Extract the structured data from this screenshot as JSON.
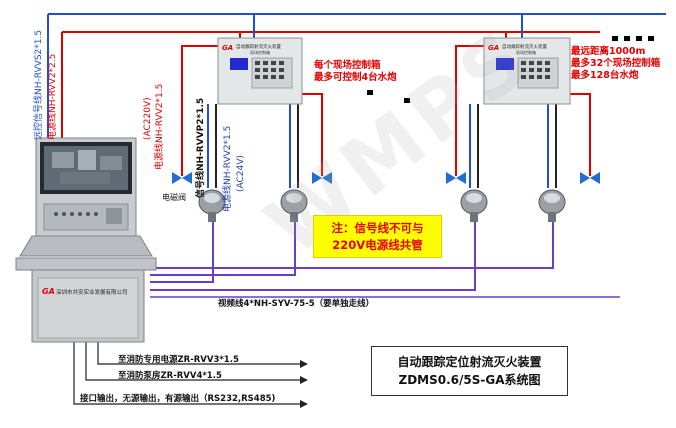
{
  "title": {
    "line1": "自动跟踪定位射流灭火装置",
    "line2": "ZDMS0.6/5S-GA系统图"
  },
  "warning": {
    "line1": "注：信号线不可与",
    "line2": "220V电源线共管"
  },
  "notes": {
    "box_capacity": [
      "每个现场控制箱",
      "最多可控制4台水炮"
    ],
    "distance": [
      "最远距离1000m",
      "最多32个现场控制箱",
      "最多128台水炮"
    ]
  },
  "cable_labels": {
    "remote_signal": "远控信号线NH-RVVS2*1.5",
    "power_main": "电源线NH-RVV2*2.5",
    "ac220": "(AC220V)",
    "power_valve": "电源线NH-RVV2*1.5",
    "signal_cannon": "信号线NH-RVVP2*1.5",
    "power_cannon": "电源线NH-RVV2*1.5",
    "ac24": "(AC24V)",
    "solenoid": "电磁阀",
    "video": "视频线4*NH-SYV-75-5（要单独走线）"
  },
  "console": {
    "company": "深圳市共安实业发展有限公司",
    "brand": "GA"
  },
  "control_box": {
    "brand": "GA",
    "title": "自动跟踪射流灭火装置",
    "subtitle": "现场控制箱"
  },
  "outputs": [
    "至消防专用电源ZR-RVV3*1.5",
    "至消防泵房ZR-RVV4*1.5",
    "接口输出，无源输出，有源输出（RS232,RS485)"
  ],
  "watermark": "WMPS",
  "colors": {
    "signal_line": "#1f4fd8",
    "power_line": "#e00000",
    "video_line": "#6a3cc8",
    "valve": "#1f6fd0",
    "warning_bg": "#ffff00",
    "warning_text": "#e60000"
  }
}
